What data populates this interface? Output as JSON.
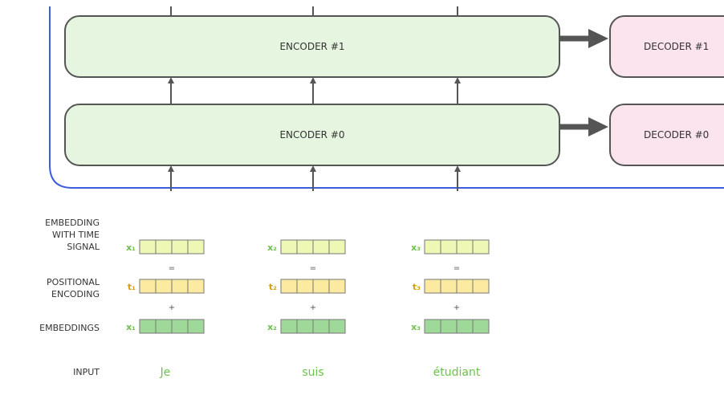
{
  "encoders": [
    {
      "label": "ENCODER #1"
    },
    {
      "label": "ENCODER #0"
    }
  ],
  "decoders": [
    {
      "label": "DECODER #1"
    },
    {
      "label": "DECODER #0"
    }
  ],
  "row_labels": {
    "embedding_with_time_signal": [
      "EMBEDDING",
      "WITH TIME",
      "SIGNAL"
    ],
    "positional_encoding": [
      "POSITIONAL",
      "ENCODING"
    ],
    "embeddings": [
      "EMBEDDINGS"
    ],
    "input": [
      "INPUT"
    ]
  },
  "operators": {
    "equals": "=",
    "plus": "+"
  },
  "tokens": [
    {
      "word": "Je",
      "signal_label": "x₁",
      "positional_label": "t₁",
      "embedding_label": "x₁"
    },
    {
      "word": "suis",
      "signal_label": "x₂",
      "positional_label": "t₂",
      "embedding_label": "x₂"
    },
    {
      "word": "étudiant",
      "signal_label": "x₃",
      "positional_label": "t₃",
      "embedding_label": "x₃"
    }
  ],
  "vector_cells": 4,
  "colors": {
    "encoder_fill": "#e5f5df",
    "decoder_fill": "#fce4ef",
    "box_stroke": "#555555",
    "bracket": "#3d5ce0",
    "arrow": "#555555",
    "signal_fill": "#eef7b4",
    "signal_label": "#6cc24a",
    "positional_fill": "#fbeaa0",
    "positional_label": "#d4a017",
    "embedding_fill": "#9fd99a",
    "embedding_label": "#6cc24a",
    "word": "#6cc24a"
  }
}
